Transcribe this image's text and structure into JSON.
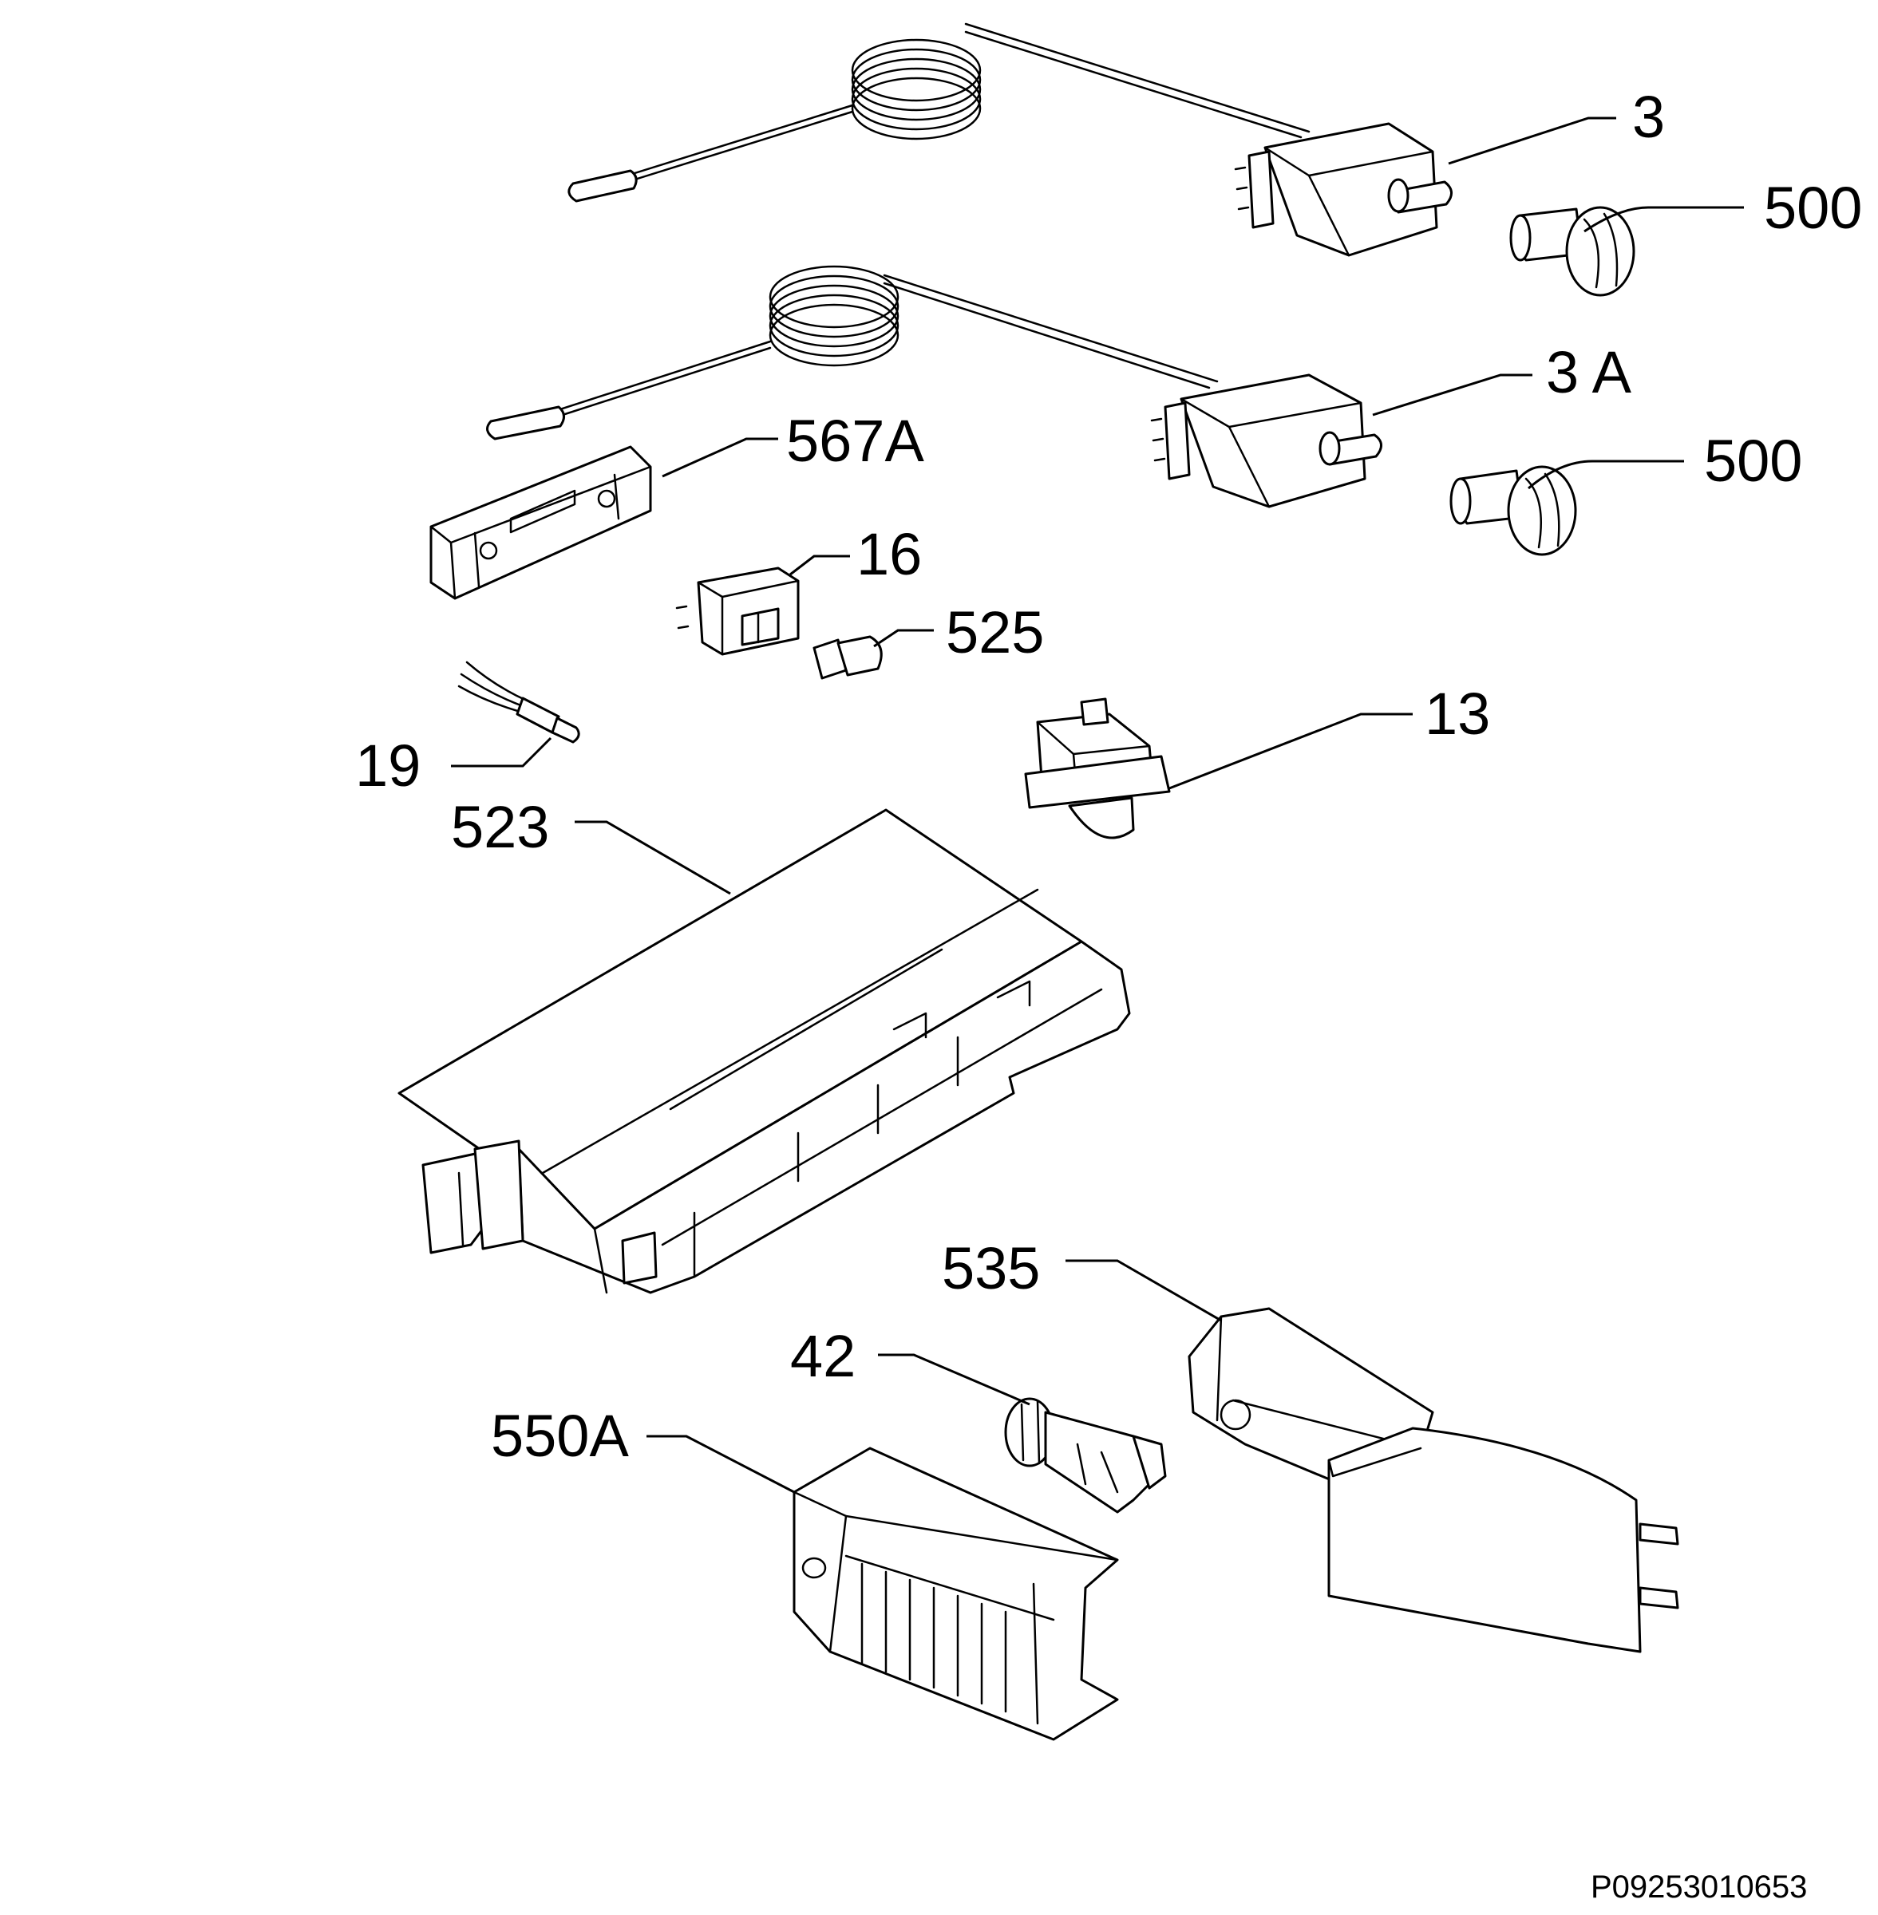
{
  "labels": {
    "thermostat_top": "3",
    "knob_top": "500",
    "thermostat_second": "3 A",
    "knob_second": "500",
    "terminal_block": "567A",
    "switch_16": "16",
    "bulb_525": "525",
    "sensor_19": "19",
    "housing_523": "523",
    "switch_13": "13",
    "lamp_cover_535": "535",
    "bulb_holder_42": "42",
    "cover_550a": "550A"
  },
  "diagram_code": "P09253010653"
}
